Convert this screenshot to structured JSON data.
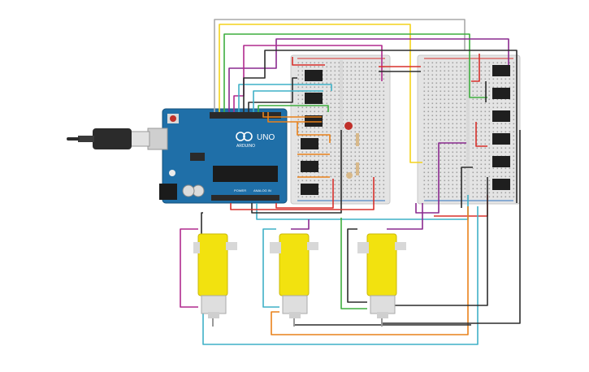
{
  "arduino": {
    "brand_label": "ARDUINO",
    "model_label": "UNO",
    "header_label_power": "POWER",
    "header_label_analog": "ANALOG IN"
  },
  "components": {
    "h_bridge_chips": 12,
    "gear_motors": 3,
    "breadboards": 2,
    "led_color": "#c0302a",
    "motor_color": "#f2e20f"
  },
  "wire_colors": {
    "gray": "#a9a9a9",
    "yellow": "#f3d21b",
    "green": "#3fae3f",
    "purple": "#8a2a8f",
    "magenta": "#b12a8e",
    "cyan": "#3fb1c7",
    "dark": "#2d2d2d",
    "red": "#d8302b",
    "orange": "#e9821b",
    "blue": "#2d6fc0"
  }
}
